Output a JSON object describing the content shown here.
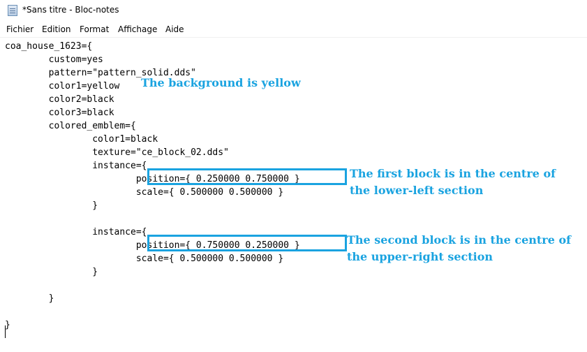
{
  "window": {
    "title": "*Sans titre - Bloc-notes",
    "icon": "notepad-icon"
  },
  "menu": [
    {
      "label": "Fichier"
    },
    {
      "label": "Edition"
    },
    {
      "label": "Format"
    },
    {
      "label": "Affichage"
    },
    {
      "label": "Aide"
    }
  ],
  "editor": {
    "lines": [
      "coa_house_1623={",
      "        custom=yes",
      "        pattern=\"pattern_solid.dds\"",
      "        color1=yellow",
      "        color2=black",
      "        color3=black",
      "        colored_emblem={",
      "                color1=black",
      "                texture=\"ce_block_02.dds\"",
      "                instance={",
      "                        position={ 0.250000 0.750000 }",
      "                        scale={ 0.500000 0.500000 }",
      "                }",
      "",
      "                instance={",
      "                        position={ 0.750000 0.250000 }",
      "                        scale={ 0.500000 0.500000 }",
      "                }",
      "",
      "        }",
      "",
      "}"
    ]
  },
  "annotations": {
    "background": "The background is yellow",
    "first_line1": "The first block is in the centre of",
    "first_line2": "the lower-left section",
    "second_line1": "The second block is in the centre of",
    "second_line2": "the upper-right section"
  },
  "colors": {
    "annotation": "#1aa3e0",
    "text": "#000000",
    "background": "#ffffff"
  }
}
